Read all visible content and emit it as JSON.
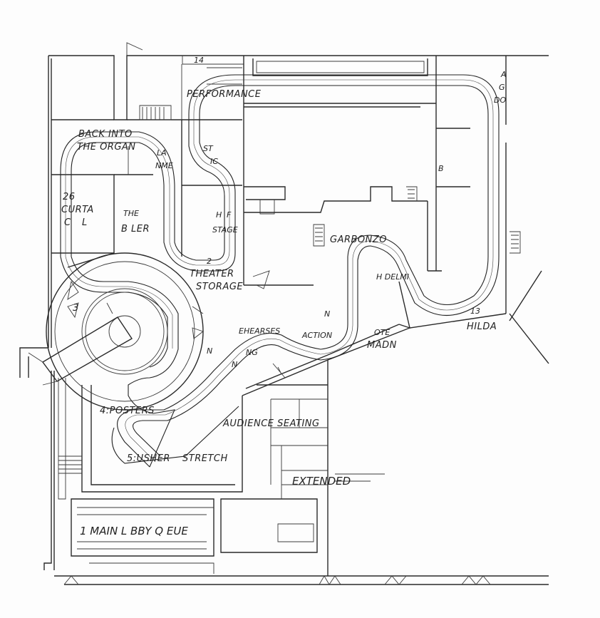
{
  "labels": {
    "n14": "14",
    "performance": "PERFORMANCE",
    "agdo_a": "A",
    "agdo_g": "G",
    "agdo_do": "DO",
    "back_into_organ_1": "BACK INTO",
    "back_into_organ_2": "THE ORGAN",
    "la": "LA",
    "nme": "NME",
    "st": "ST",
    "ic": "IC",
    "b": "B",
    "n26": "26",
    "curta": "CURTA",
    "c": "C",
    "l": "L",
    "the": "THE",
    "bler": "B  LER",
    "h": "H",
    "f": "F",
    "stage": "STAGE",
    "garbonzo": "GARBONZO",
    "n2": "2",
    "theater": "THEATER",
    "storage": "STORAGE",
    "hdelmi": "H  DELMI",
    "n3": "3",
    "n13": "13",
    "hilda": "HILDA",
    "n": "N",
    "ehearses": "EHEARSES",
    "action": "ACTION",
    "ote": "OTE",
    "madn": "MADN",
    "nng1": "N",
    "nng2": "NG",
    "nng3": "N",
    "posters": "4:POSTERS",
    "audience": "AUDIENCE SEATING",
    "usher": "5:USHER",
    "stretch": "STRETCH",
    "extended": "EXTENDED",
    "queue": "1  MAIN L BBY  Q EUE"
  }
}
